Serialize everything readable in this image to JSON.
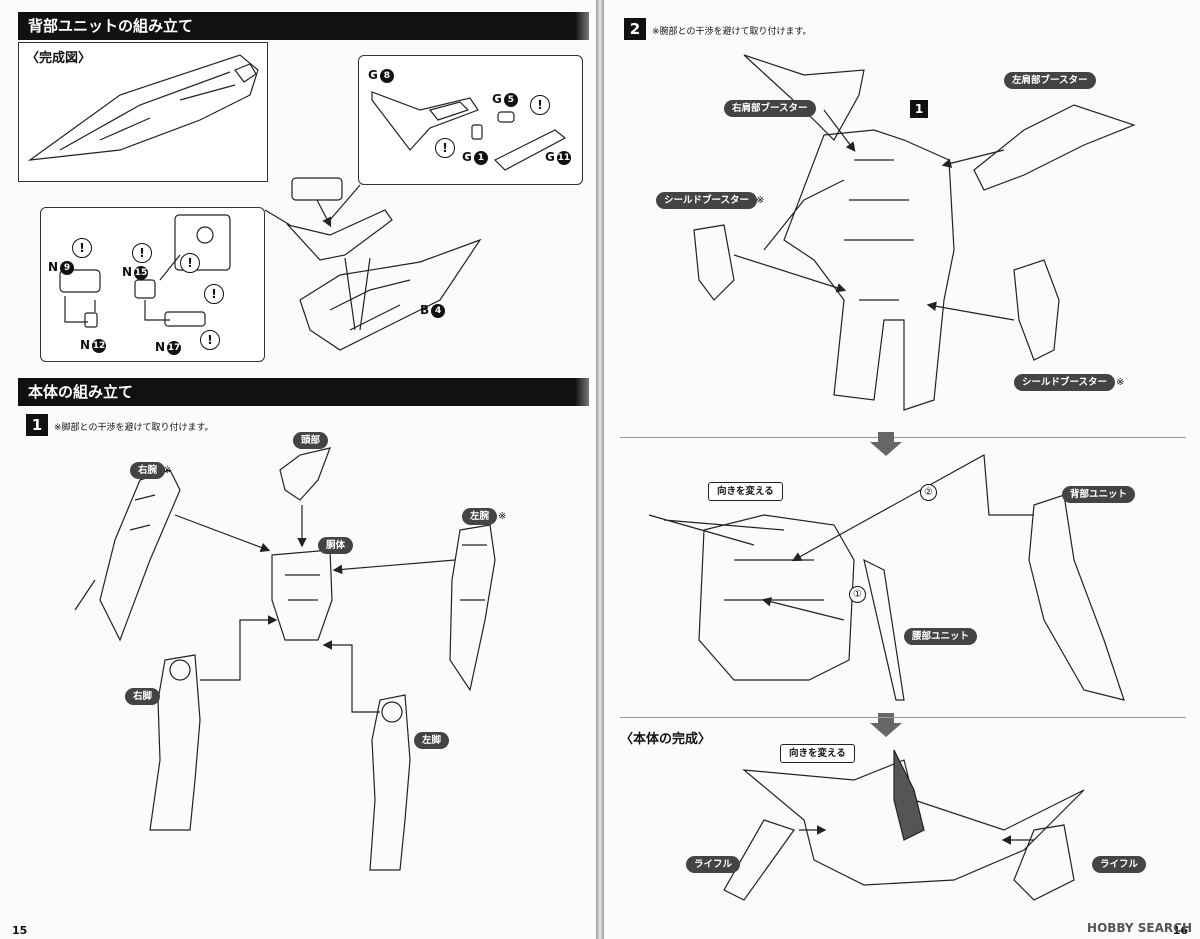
{
  "left": {
    "section1": {
      "title": "背部ユニットの組み立て",
      "complete_label": "〈完成図〉"
    },
    "parts_backpack": [
      {
        "prefix": "G",
        "num": "8"
      },
      {
        "prefix": "G",
        "num": "5"
      },
      {
        "prefix": "G",
        "num": "1"
      },
      {
        "prefix": "G",
        "num": "11"
      },
      {
        "prefix": "B",
        "num": "4"
      },
      {
        "prefix": "N",
        "num": "9"
      },
      {
        "prefix": "N",
        "num": "15"
      },
      {
        "prefix": "N",
        "num": "12"
      },
      {
        "prefix": "N",
        "num": "17"
      }
    ],
    "warning_glyph": "!",
    "section2": {
      "title": "本体の組み立て"
    },
    "step1": {
      "number": "1",
      "note": "※脚部との干渉を避けて取り付けます。"
    },
    "labels": {
      "head": "頭部",
      "torso": "胴体",
      "right_arm": "右腕",
      "left_arm": "左腕",
      "right_leg": "右脚",
      "left_leg": "左脚",
      "asterisk": "※"
    },
    "page_number": "15"
  },
  "right": {
    "step2": {
      "number": "2",
      "note": "※腕部との干渉を避けて取り付けます。"
    },
    "step_ref": "1",
    "labels": {
      "right_shoulder_booster": "右肩部ブースター",
      "left_shoulder_booster": "左肩部ブースター",
      "shield_booster_1": "シールドブースター",
      "shield_booster_2": "シールドブースター",
      "asterisk": "※",
      "turn_around_1": "向きを変える",
      "back_unit": "背部ユニット",
      "waist_unit": "腰部ユニット",
      "turn_around_2": "向きを変える",
      "rifle_left": "ライフル",
      "rifle_right": "ライフル"
    },
    "circled_1": "①",
    "circled_2": "②",
    "complete_label": "〈本体の完成〉",
    "page_number": "16",
    "watermark": "HOBBY SEARCH"
  }
}
